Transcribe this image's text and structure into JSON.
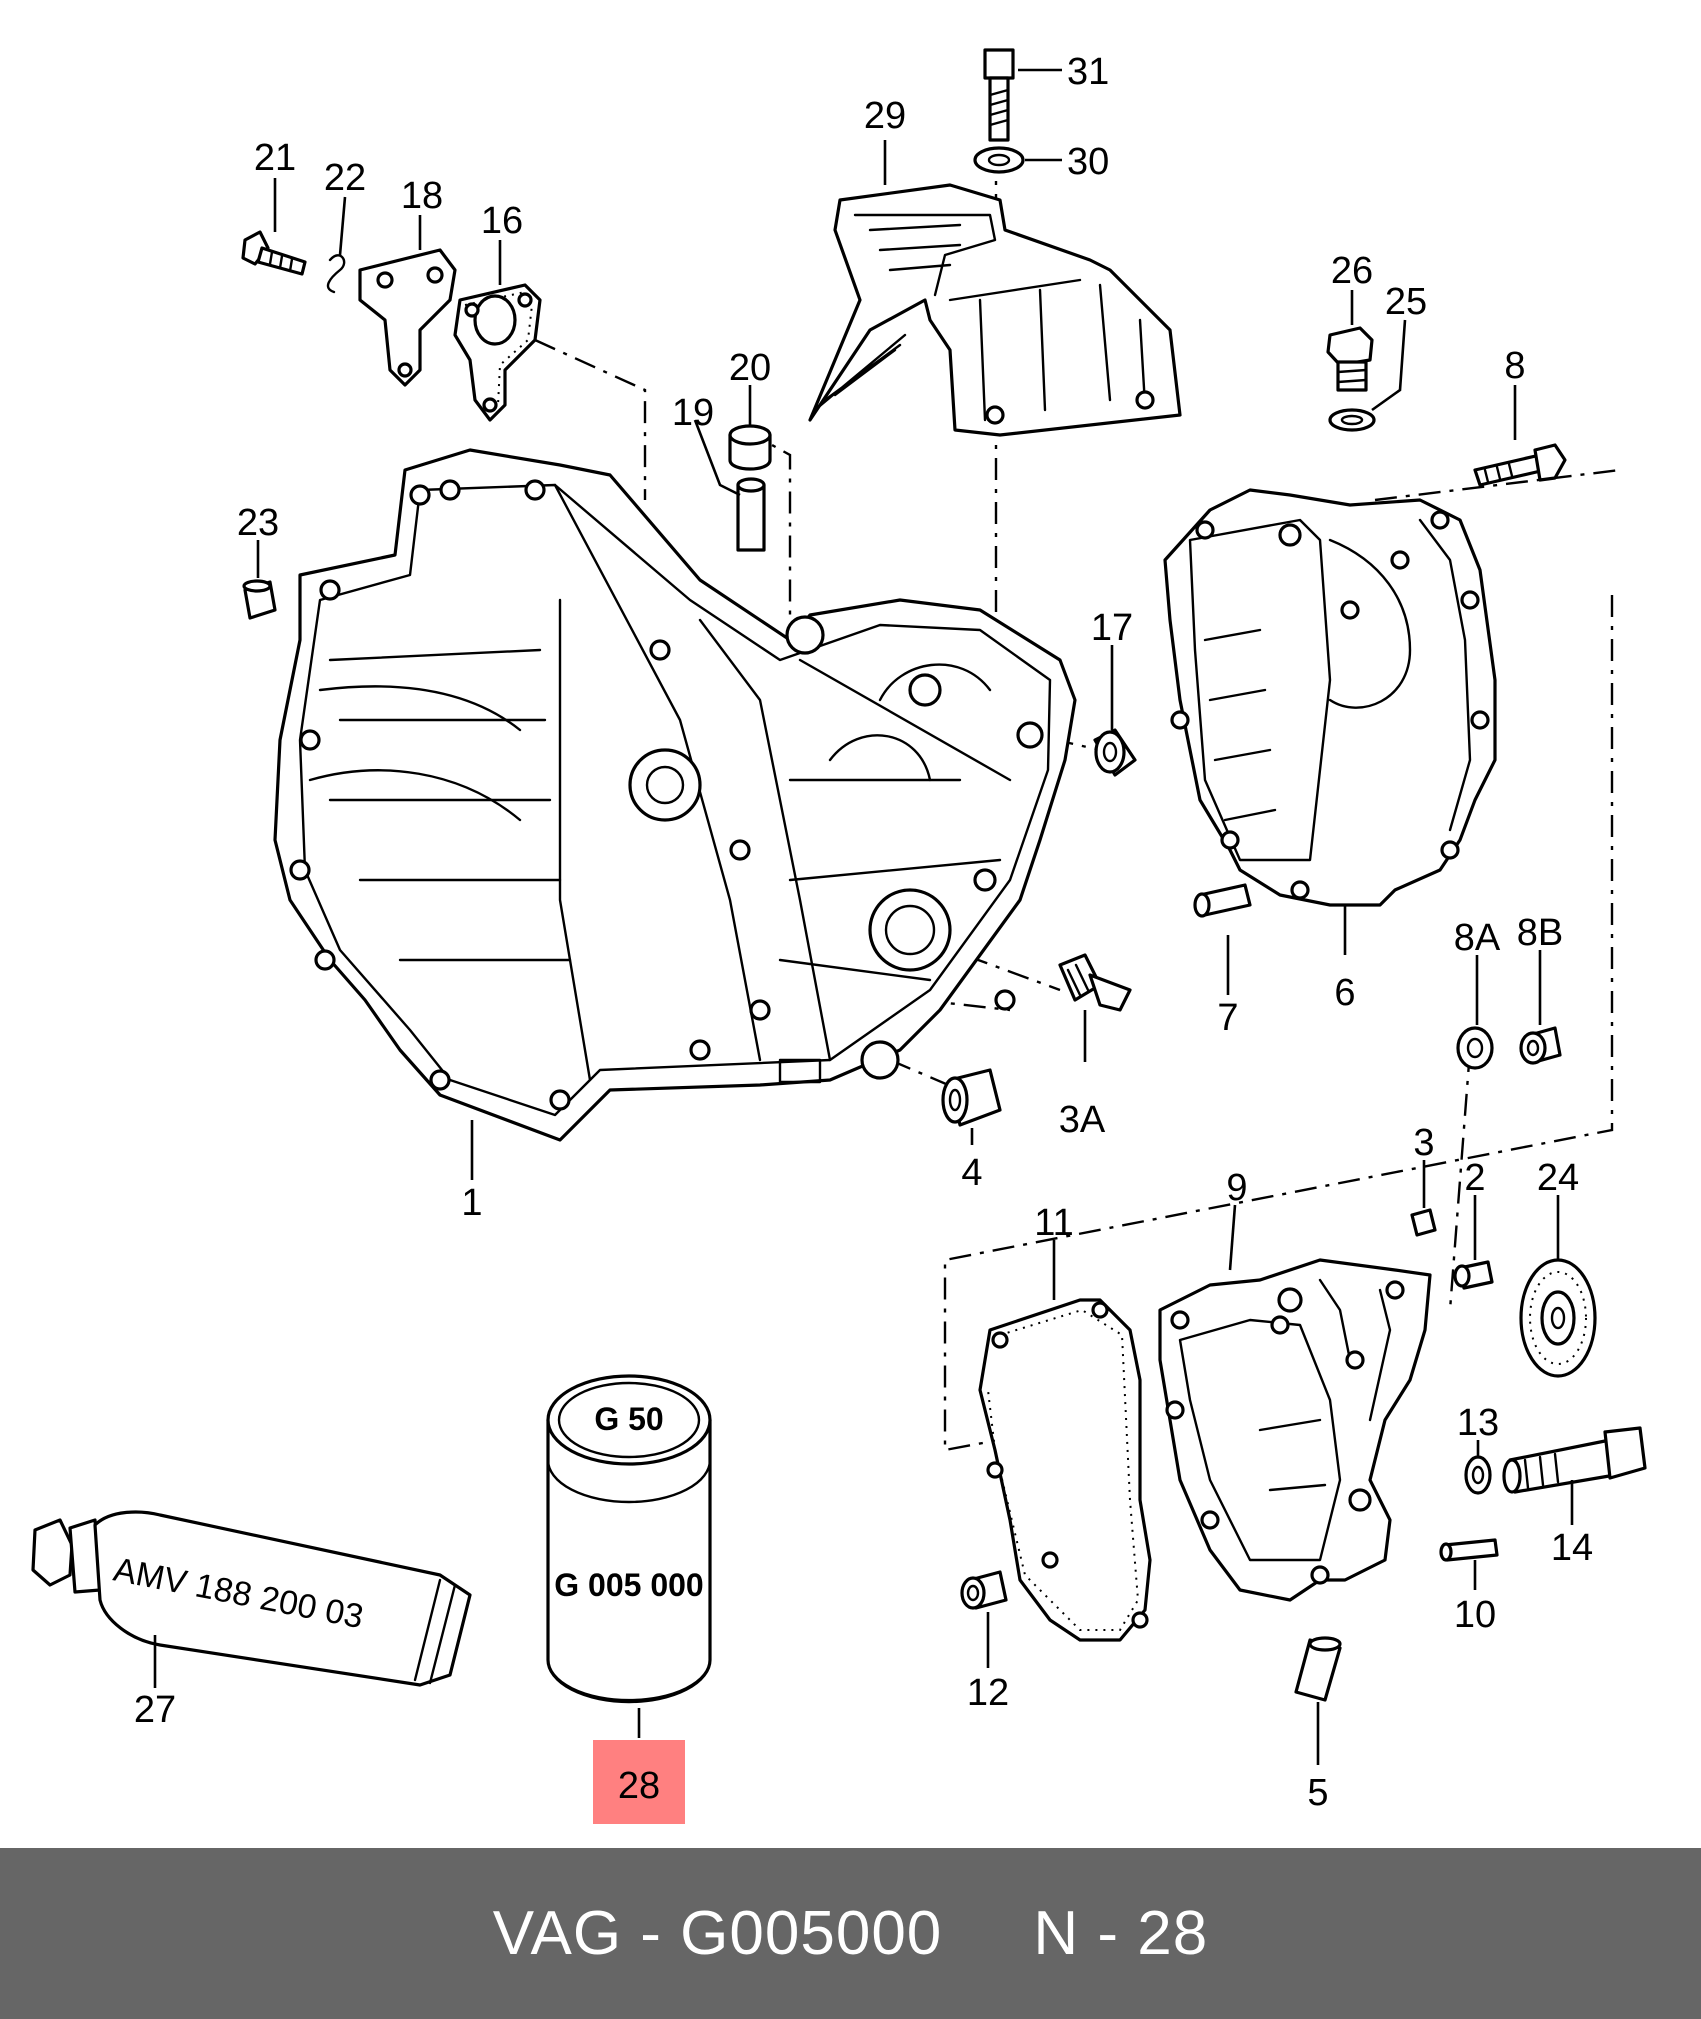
{
  "diagram": {
    "callouts": [
      {
        "id": "31",
        "text": "31"
      },
      {
        "id": "30",
        "text": "30"
      },
      {
        "id": "29",
        "text": "29"
      },
      {
        "id": "21",
        "text": "21"
      },
      {
        "id": "22",
        "text": "22"
      },
      {
        "id": "18",
        "text": "18"
      },
      {
        "id": "16",
        "text": "16"
      },
      {
        "id": "26",
        "text": "26"
      },
      {
        "id": "25",
        "text": "25"
      },
      {
        "id": "20",
        "text": "20"
      },
      {
        "id": "19",
        "text": "19"
      },
      {
        "id": "8",
        "text": "8"
      },
      {
        "id": "23",
        "text": "23"
      },
      {
        "id": "17",
        "text": "17"
      },
      {
        "id": "8A",
        "text": "8A"
      },
      {
        "id": "8B",
        "text": "8B"
      },
      {
        "id": "7",
        "text": "7"
      },
      {
        "id": "6",
        "text": "6"
      },
      {
        "id": "3A",
        "text": "3A"
      },
      {
        "id": "4",
        "text": "4"
      },
      {
        "id": "1",
        "text": "1"
      },
      {
        "id": "3",
        "text": "3"
      },
      {
        "id": "9",
        "text": "9"
      },
      {
        "id": "2",
        "text": "2"
      },
      {
        "id": "24",
        "text": "24"
      },
      {
        "id": "11",
        "text": "11"
      },
      {
        "id": "13",
        "text": "13"
      },
      {
        "id": "14",
        "text": "14"
      },
      {
        "id": "10",
        "text": "10"
      },
      {
        "id": "12",
        "text": "12"
      },
      {
        "id": "5",
        "text": "5"
      },
      {
        "id": "27",
        "text": "27"
      },
      {
        "id": "28",
        "text": "28"
      }
    ],
    "highlighted_callout": "28",
    "highlight_color": "#ff8080",
    "tube_label": "AMV  188 200 03",
    "can_top_label": "G 50",
    "can_body_label": "G 005 000"
  },
  "footer": {
    "text": "VAG - G005000     N - 28",
    "background": "#666666",
    "color": "#ffffff"
  }
}
